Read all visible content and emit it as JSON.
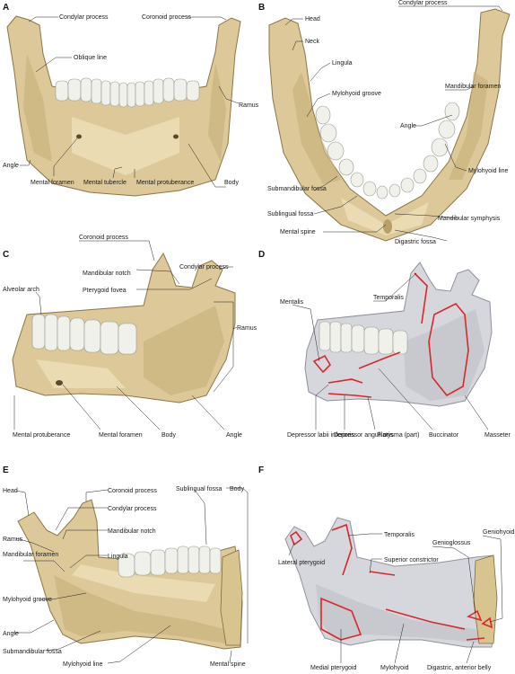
{
  "panels": [
    {
      "letter": "A",
      "labels": [
        "Condylar process",
        "Coronoid process",
        "Oblique line",
        "Ramus",
        "Angle",
        "Mental foramen",
        "Mental tubercle",
        "Mental protuberance",
        "Body"
      ]
    },
    {
      "letter": "B",
      "labels": [
        "Condylar process",
        "Head",
        "Neck",
        "Lingula",
        "Mylohyoid groove",
        "Mandibular foramen",
        "Angle",
        "Mylohyoid line",
        "Submandibular fossa",
        "Sublingual fossa",
        "Mental spine",
        "Mandibular symphysis",
        "Digastric fossa"
      ]
    },
    {
      "letter": "C",
      "labels": [
        "Coronoid process",
        "Condylar process",
        "Mandibular notch",
        "Alveolar arch",
        "Pterygoid fovea",
        "Ramus",
        "Mental protuberance",
        "Mental foramen",
        "Body",
        "Angle"
      ]
    },
    {
      "letter": "D",
      "labels": [
        "Mentalis",
        "Temporalis",
        "Depressor labii inferioris",
        "Depressor anguli oris",
        "Platysma (part)",
        "Buccinator",
        "Masseter"
      ]
    },
    {
      "letter": "E",
      "labels": [
        "Body",
        "Head",
        "Coronoid process",
        "Sublingual fossa",
        "Condylar process",
        "Mandibular notch",
        "Ramus",
        "Lingula",
        "Mandibular foramen",
        "Mylohyoid groove",
        "Angle",
        "Submandibular fossa",
        "Mylohyoid line",
        "Mental spine"
      ]
    },
    {
      "letter": "F",
      "labels": [
        "Temporalis",
        "Genioglossus",
        "Geniohyoid",
        "Superior constrictor",
        "Lateral pterygoid",
        "Medial pterygoid",
        "Mylohyoid",
        "Digastric, anterior belly"
      ]
    }
  ]
}
